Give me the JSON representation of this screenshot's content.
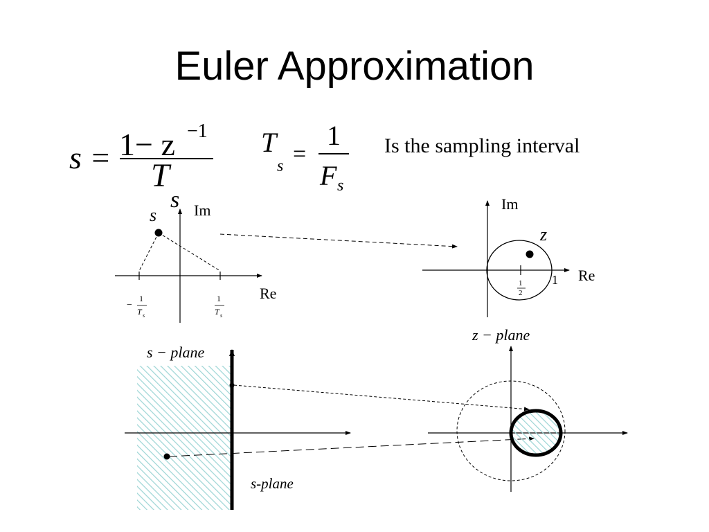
{
  "slide": {
    "title": "Euler Approximation"
  },
  "equations": {
    "euler_lhs": "s =",
    "euler_num": "1− z",
    "euler_exp": "−1",
    "euler_den": "T",
    "ts_lhs_T": "T",
    "ts_lhs_sub": "s",
    "ts_eq": "=",
    "ts_num": "1",
    "ts_den_F": "F",
    "ts_den_sub": "s",
    "note": "Is the sampling interval"
  },
  "top_left_plot": {
    "label_s_big": "s",
    "label_s_point": "s",
    "im": "Im",
    "re": "Re",
    "tick_left_sign": "−",
    "tick_left_num": "1",
    "tick_left_den": "T",
    "tick_left_sub": "s",
    "tick_right_num": "1",
    "tick_right_den": "T",
    "tick_right_sub": "s"
  },
  "top_right_plot": {
    "im": "Im",
    "re": "Re",
    "z": "z",
    "one": "1",
    "half_num": "1",
    "half_den": "2"
  },
  "bottom_left_plot": {
    "s_plane_math": "s − plane",
    "s_plane_text": "s-plane"
  },
  "bottom_right_plot": {
    "z_plane_math": "z − plane"
  },
  "colors": {
    "hatch": "#9fd6d6",
    "ink": "#000000"
  }
}
